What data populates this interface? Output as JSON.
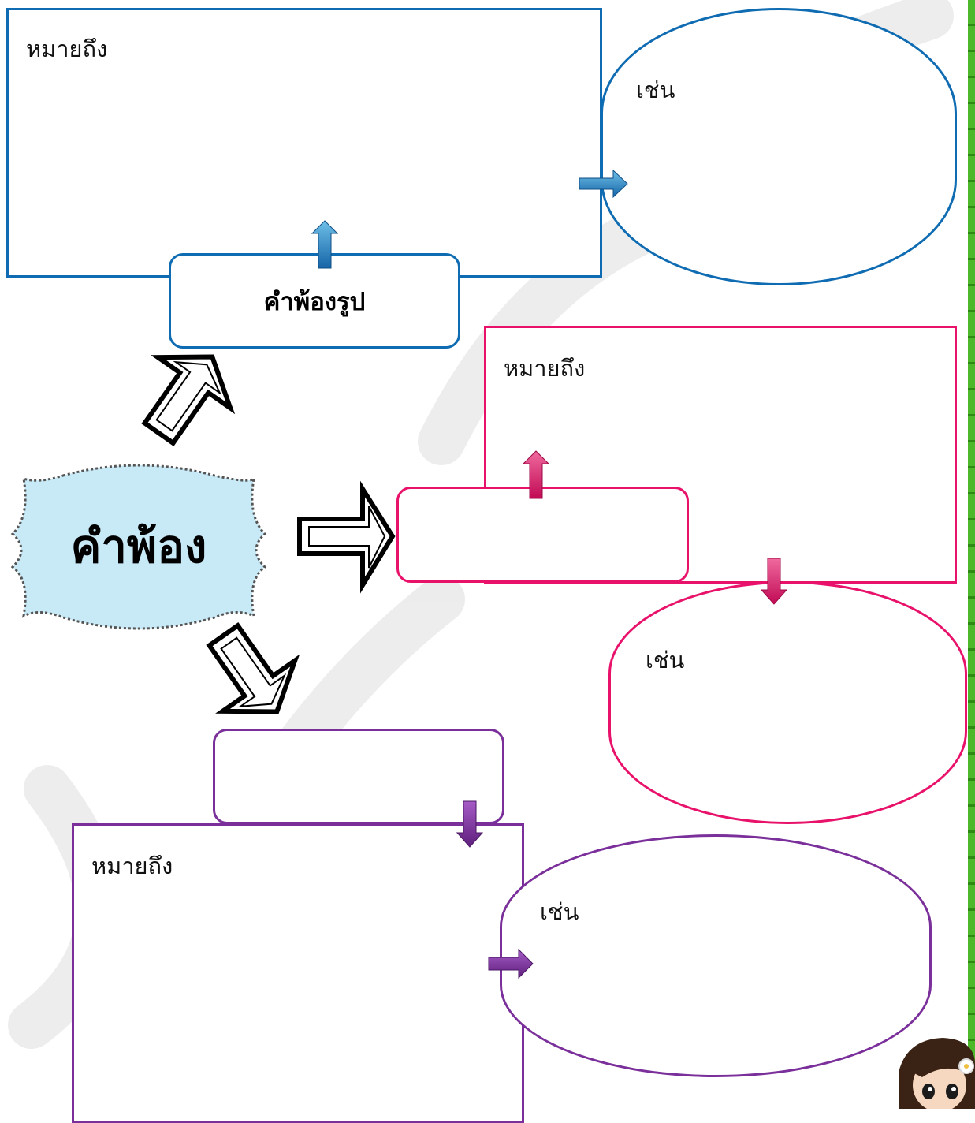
{
  "main_node": {
    "label": "คำพ้อง"
  },
  "branches": [
    {
      "color": "#0f6cb2",
      "title": "คำพ้องรูป",
      "meaning_label": "หมายถึง",
      "example_label": "เช่น"
    },
    {
      "color": "#e8126b",
      "title": "",
      "meaning_label": "หมายถึง",
      "example_label": "เช่น"
    },
    {
      "color": "#7a2f9a",
      "title": "",
      "meaning_label": "หมายถึง",
      "example_label": "เช่น"
    }
  ],
  "border_color": "#3aa01a"
}
